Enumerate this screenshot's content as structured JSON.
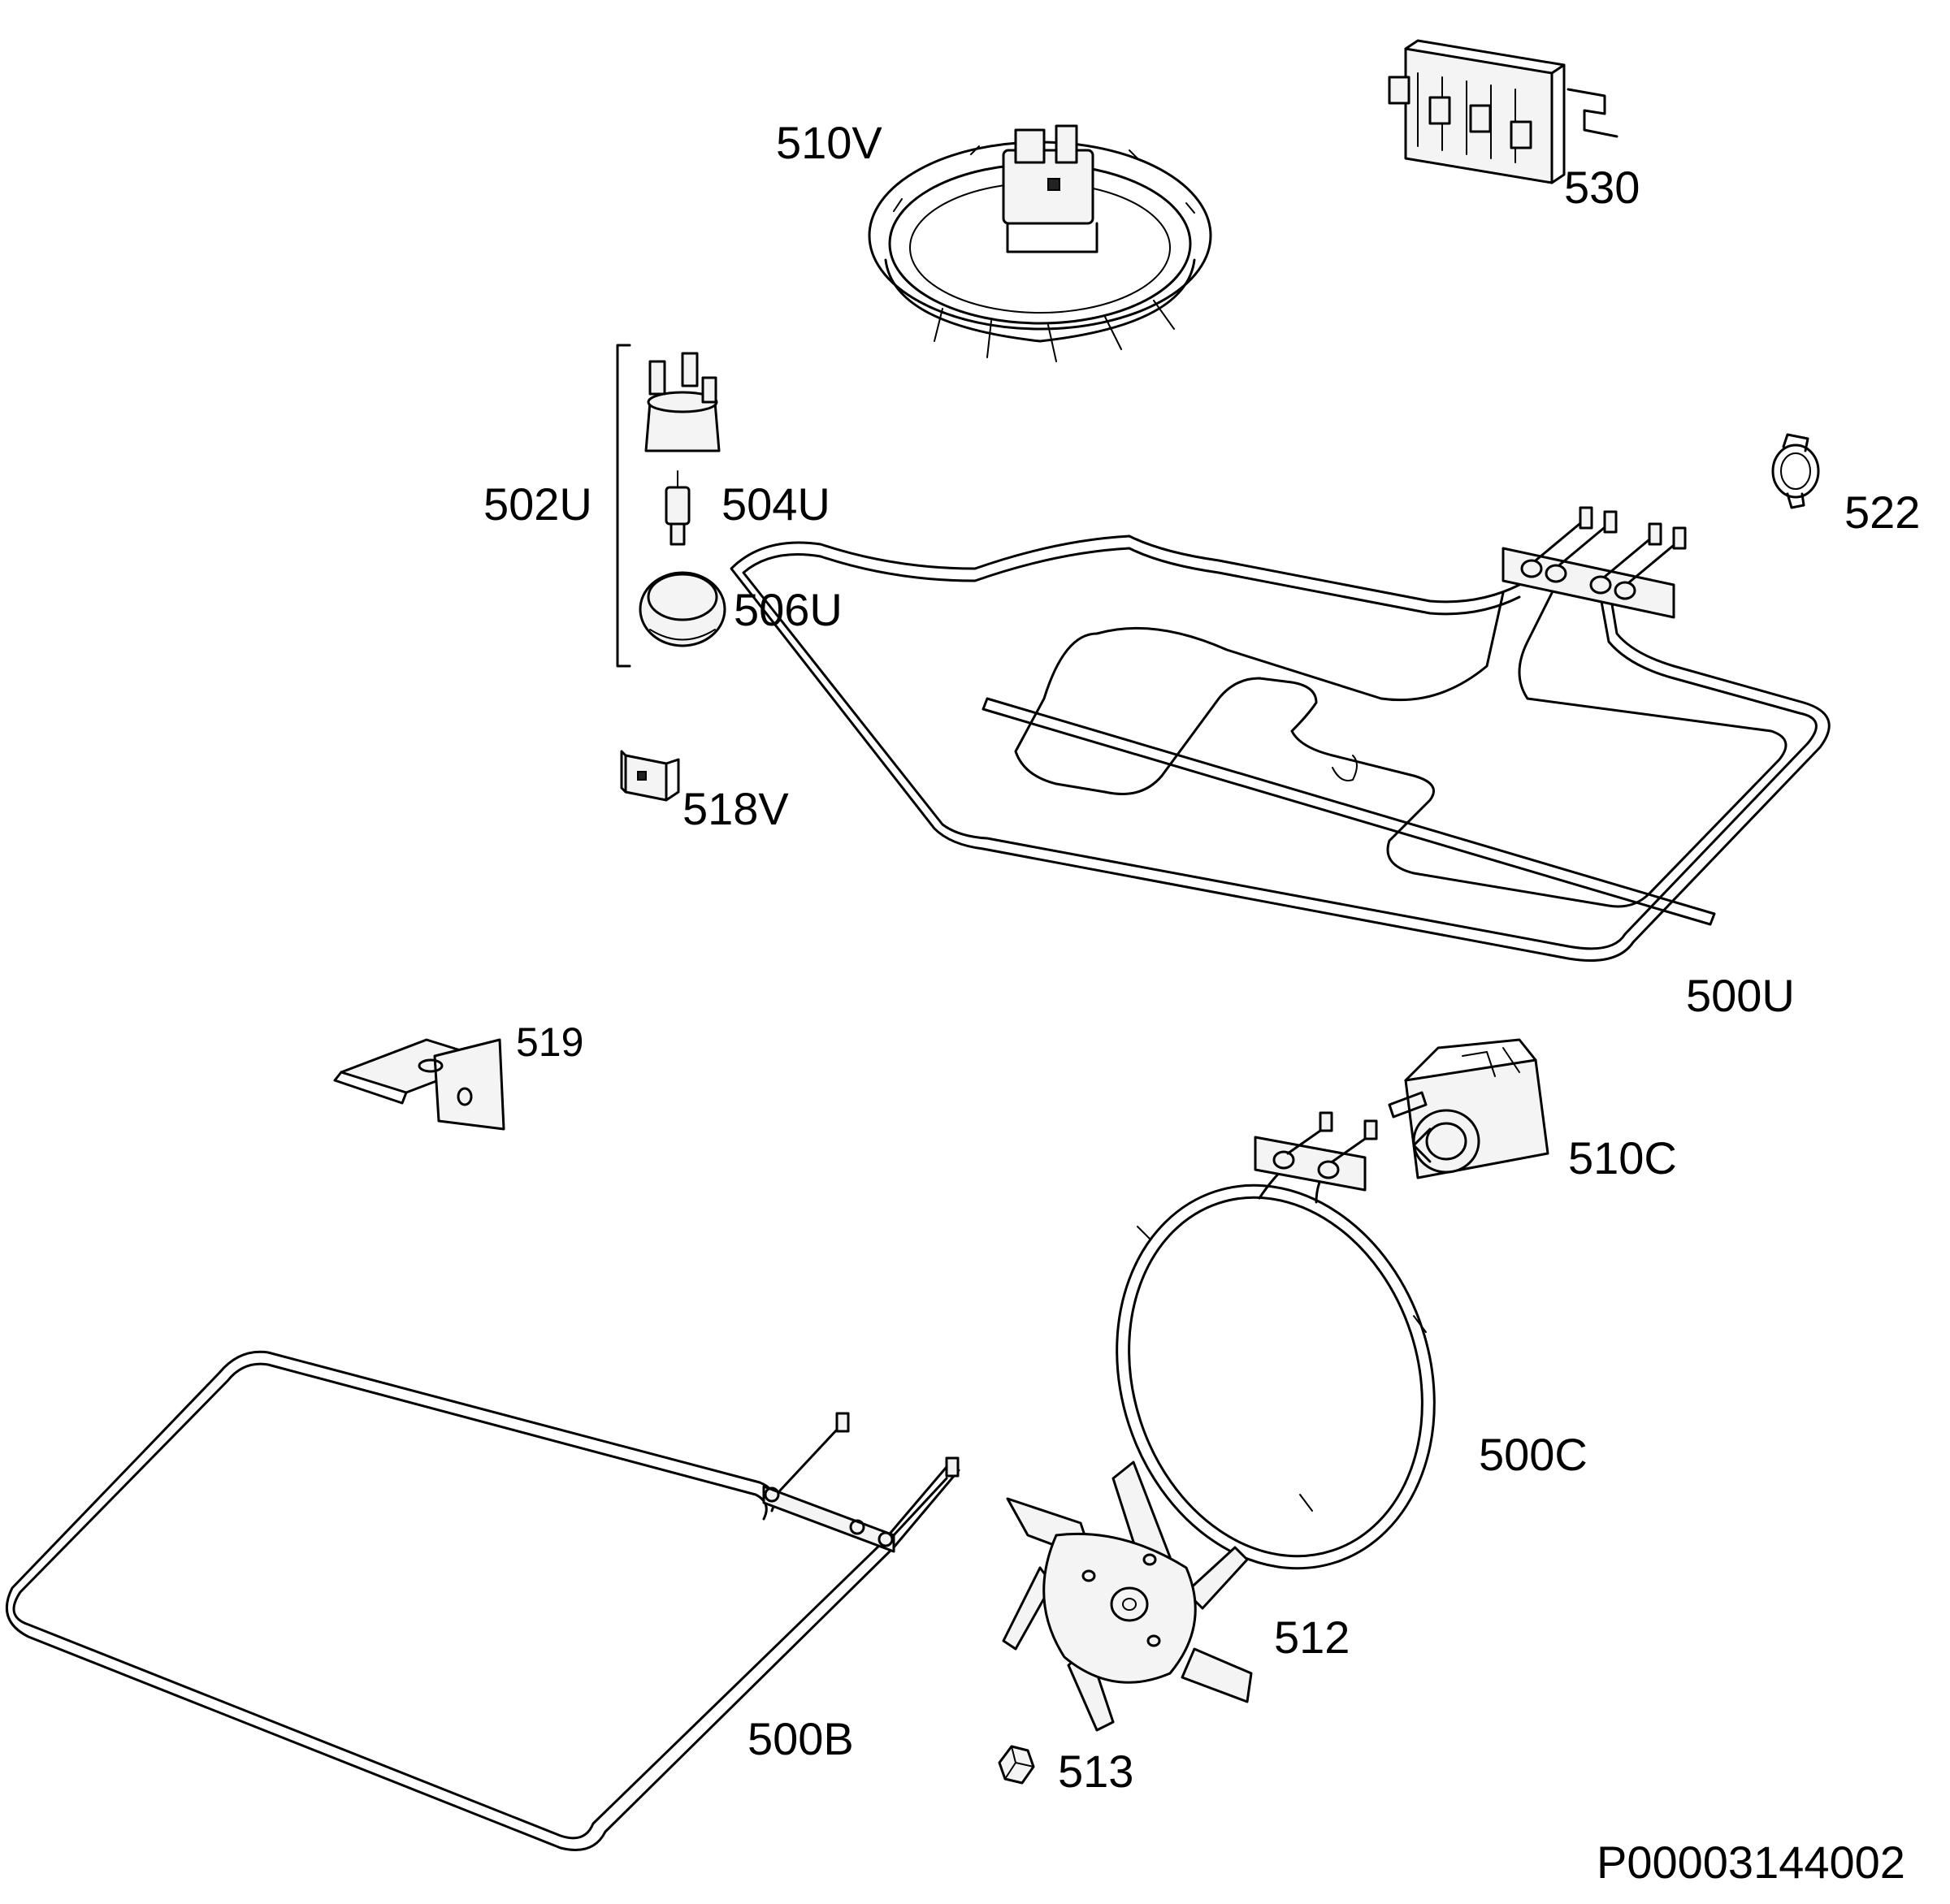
{
  "drawing": {
    "id": "P00003144002",
    "parts": [
      {
        "key": "p510V",
        "label": "510V"
      },
      {
        "key": "p530",
        "label": "530"
      },
      {
        "key": "p502U",
        "label": "502U"
      },
      {
        "key": "p504U",
        "label": "504U"
      },
      {
        "key": "p506U",
        "label": "506U"
      },
      {
        "key": "p522",
        "label": "522"
      },
      {
        "key": "p518V",
        "label": "518V"
      },
      {
        "key": "p500U",
        "label": "500U"
      },
      {
        "key": "p519",
        "label": "519"
      },
      {
        "key": "p510C",
        "label": "510C"
      },
      {
        "key": "p500C",
        "label": "500C"
      },
      {
        "key": "p512",
        "label": "512"
      },
      {
        "key": "p500B",
        "label": "500B"
      },
      {
        "key": "p513",
        "label": "513"
      }
    ]
  },
  "labels": {
    "p510V": "510V",
    "p530": "530",
    "p502U": "502U",
    "p504U": "504U",
    "p506U": "506U",
    "p522": "522",
    "p518V": "518V",
    "p500U": "500U",
    "p519": "519",
    "p510C": "510C",
    "p500C": "500C",
    "p512": "512",
    "p500B": "500B",
    "p513": "513"
  }
}
